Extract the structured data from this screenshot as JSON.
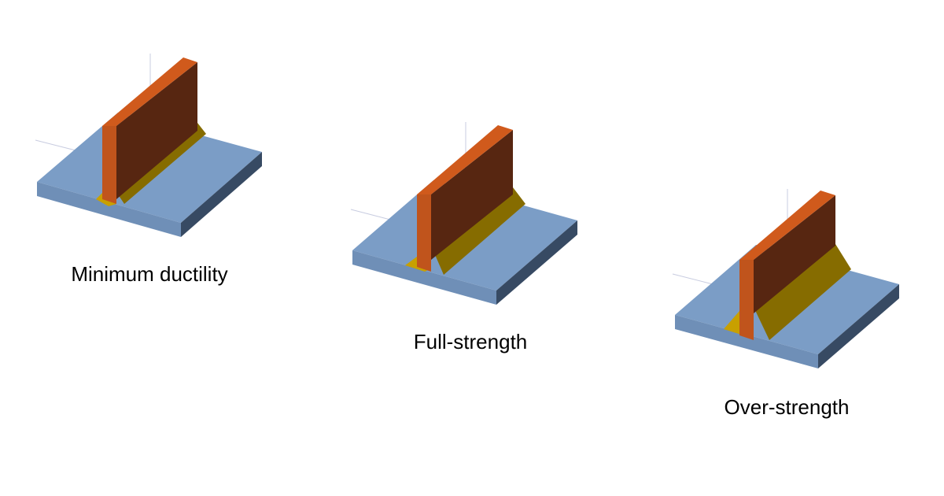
{
  "colors": {
    "background": "#ffffff",
    "plate_top": "#7b9dc6",
    "plate_front": "#6f8fb7",
    "plate_right": "#374a63",
    "web_face": "#572611",
    "web_edge": "#c0541c",
    "web_top": "#d05a1c",
    "weld_face": "#866c00",
    "weld_end": "#c8a000",
    "axis_line": "#c8cce0"
  },
  "panels": [
    {
      "id": "minimum-ductility",
      "caption": "Minimum ductility",
      "weld_size": "small"
    },
    {
      "id": "full-strength",
      "caption": "Full-strength",
      "weld_size": "medium"
    },
    {
      "id": "over-strength",
      "caption": "Over-strength",
      "weld_size": "large"
    }
  ]
}
